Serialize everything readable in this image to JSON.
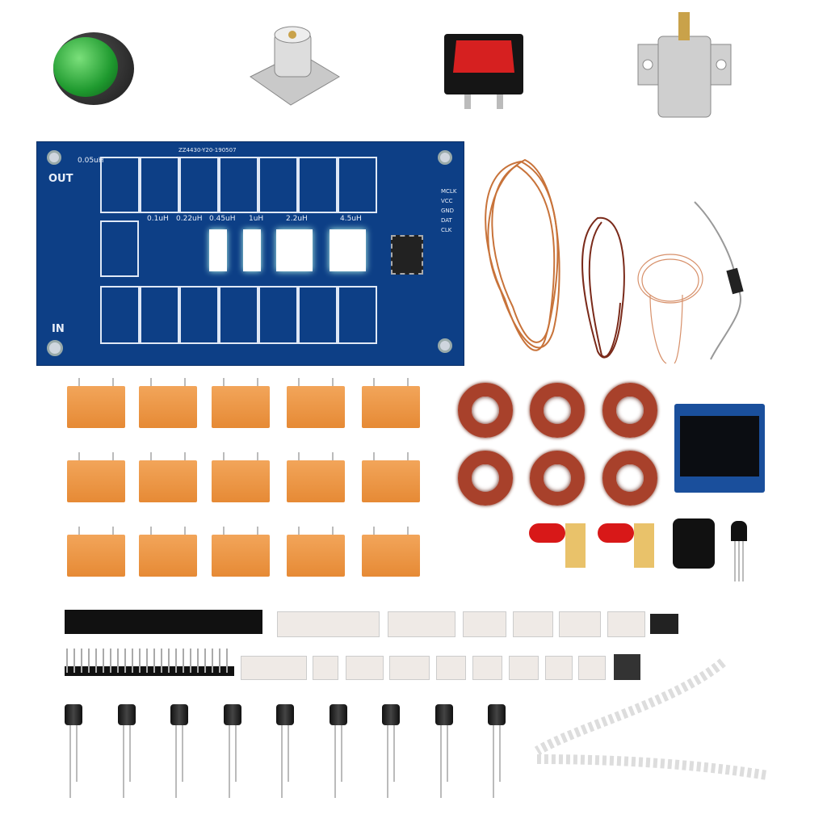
{
  "pcb": {
    "top_code": "ZZ4430-Y20-190507",
    "out_label": "OUT",
    "in_label": "IN",
    "inductor_labels": [
      "0.05uH",
      "0.1uH",
      "0.22uH",
      "0.45uH",
      "1uH",
      "2.2uH",
      "4.5uH"
    ],
    "header_pins": [
      "MCLK",
      "VCC",
      "GND",
      "DAT",
      "CLK"
    ]
  },
  "counts": {
    "relays": 15,
    "toroids": 6,
    "capacitors": 9
  },
  "colors": {
    "pcb": "#0d3f86",
    "relay": "#ec9545",
    "toroid": "#a8412b",
    "button": "#1f9a2f",
    "rocker": "#d62020",
    "copper": "#c8733a"
  }
}
